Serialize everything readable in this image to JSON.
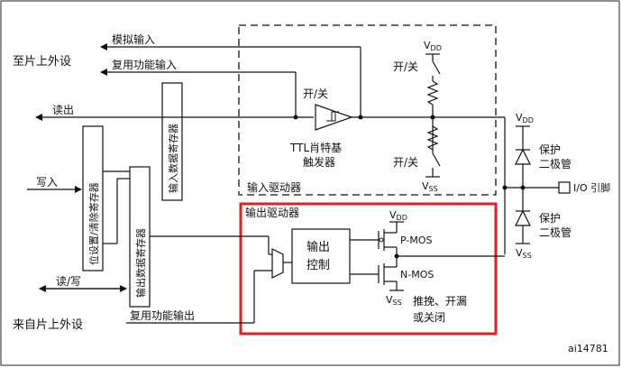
{
  "labels": {
    "to_peripheral": "至片上外设",
    "analog_input": "模拟输入",
    "alt_func_input": "复用功能输入",
    "read_out": "读出",
    "write_in": "写入",
    "read_write": "读/写",
    "from_peripheral": "来自片上外设",
    "alt_func_output": "复用功能输出",
    "input_data_register": "输入数据寄存器",
    "bit_set_reset_register": "位设置/清除寄存器",
    "output_data_register": "输出数据寄存器",
    "switch_top": "开/关",
    "switch_mid": "开/关",
    "switch_bottom": "开/关",
    "ttl_schmitt_1": "TTL肖特基",
    "ttl_schmitt_2": "触发器",
    "input_driver": "输入驱动器",
    "output_driver": "输出驱动器",
    "output_control_1": "输出",
    "output_control_2": "控制",
    "pmos": "P-MOS",
    "nmos": "N-MOS",
    "push_pull_1": "推挽、开漏",
    "push_pull_2": "或关闭",
    "protect_1": "保护",
    "diode_1": "二极管",
    "protect_2": "保护",
    "diode_2": "二极管",
    "io_pin": "I/O 引脚",
    "vdd_top": "V",
    "vdd_top_sub": "DD",
    "vss_top": "V",
    "vss_top_sub": "SS",
    "vdd_right": "V",
    "vdd_right_sub": "DD",
    "vss_right": "V",
    "vss_right_sub": "SS",
    "vdd_mos": "V",
    "vdd_mos_sub": "DD",
    "vss_mos": "V",
    "vss_mos_sub": "SS",
    "figure_id": "ai14781"
  }
}
